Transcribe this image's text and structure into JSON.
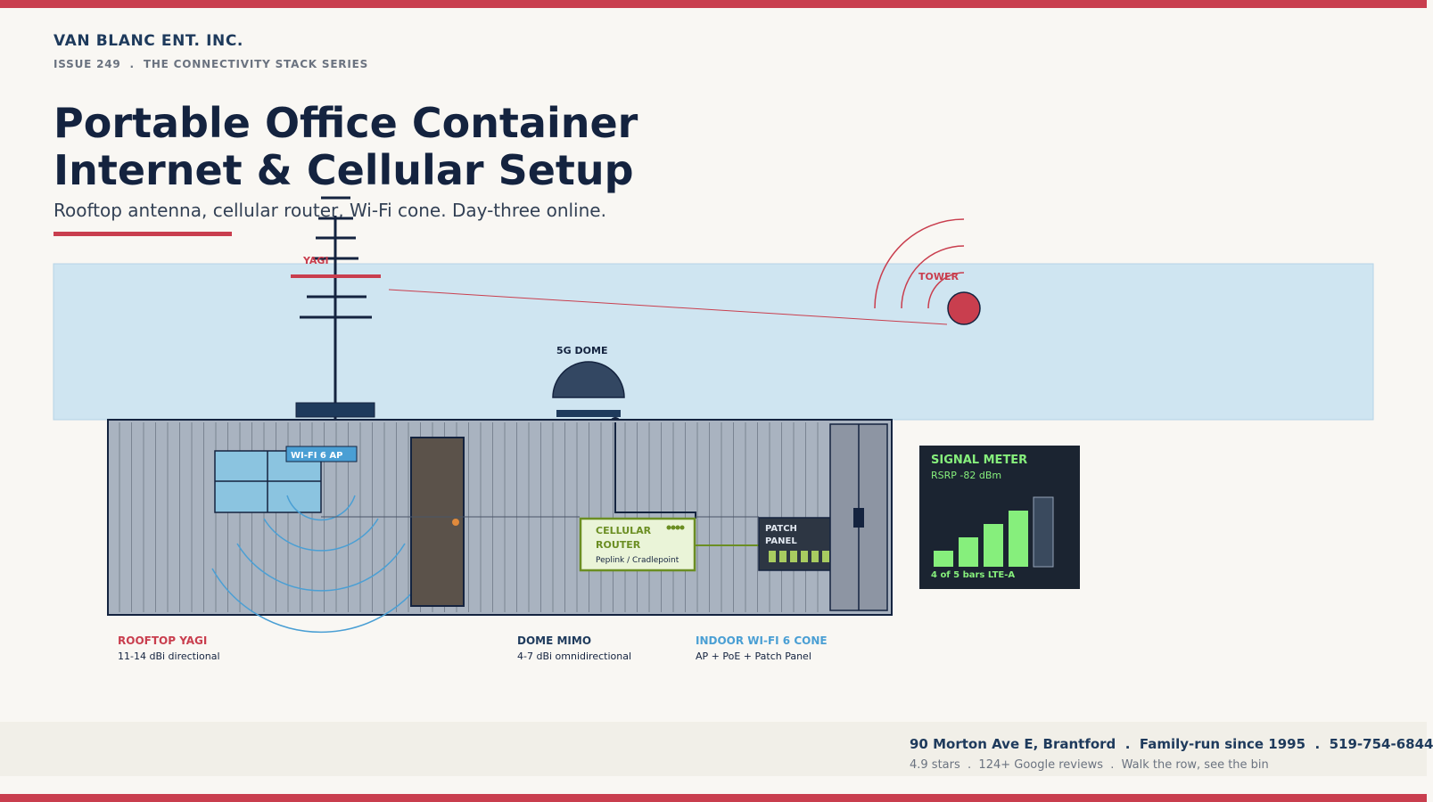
{
  "header": {
    "brand": "VAN BLANC ENT. INC.",
    "issue": "ISSUE 249  .  THE CONNECTIVITY STACK SERIES",
    "title_line1": "Portable Office Container",
    "title_line2": "Internet & Cellular Setup",
    "subtitle": "Rooftop antenna, cellular router, Wi-Fi cone. Day-three online."
  },
  "diagram": {
    "yagi_label": "YAGI",
    "tower_label": "TOWER",
    "dome_label": "5G DOME",
    "wifi_ap_label": "WI-FI 6 AP",
    "router_title_1": "CELLULAR",
    "router_title_2": "ROUTER",
    "router_sub": "Peplink / Cradlepoint",
    "patch_title_1": "PATCH",
    "patch_title_2": "PANEL"
  },
  "signal_meter": {
    "title": "SIGNAL METER",
    "rsrp": "RSRP -82 dBm",
    "bars_active": 4,
    "bars_total": 5,
    "caption": "4 of 5 bars LTE-A"
  },
  "legend": [
    {
      "title": "ROOFTOP YAGI",
      "sub": "11-14 dBi directional",
      "color": "#c93e4e"
    },
    {
      "title": "DOME MIMO",
      "sub": "4-7 dBi omnidirectional",
      "color": "#1e3a5c"
    },
    {
      "title": "INDOOR WI-FI 6 CONE",
      "sub": "AP + PoE + Patch Panel",
      "color": "#4a9fd4"
    }
  ],
  "footer": {
    "address": "90 Morton Ave E, Brantford  .  Family-run since 1995  .  519-754-6844",
    "reviews": "4.9 stars  .  124+ Google reviews  .  Walk the row, see the bin"
  },
  "colors": {
    "accent_red": "#c93e4e",
    "navy": "#14233f",
    "sky": "#cfe5f1",
    "container": "#a9b3c0",
    "router_green": "#6b8e23",
    "meter_green": "#86ef7c",
    "wifi_blue": "#4a9fd4"
  }
}
